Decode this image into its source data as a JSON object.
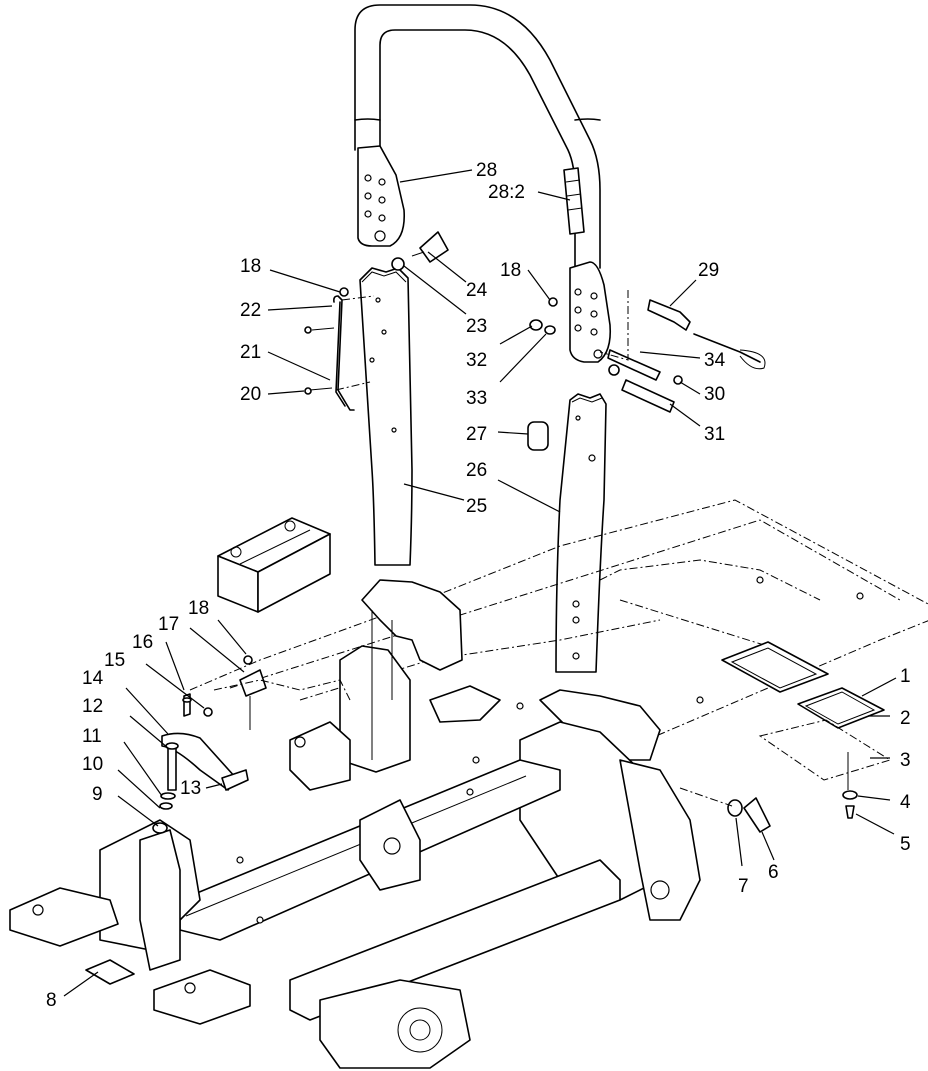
{
  "callouts": [
    {
      "id": "c1",
      "text": "1"
    },
    {
      "id": "c2",
      "text": "2"
    },
    {
      "id": "c3",
      "text": "3"
    },
    {
      "id": "c4",
      "text": "4"
    },
    {
      "id": "c5",
      "text": "5"
    },
    {
      "id": "c6",
      "text": "6"
    },
    {
      "id": "c7",
      "text": "7"
    },
    {
      "id": "c8",
      "text": "8"
    },
    {
      "id": "c9",
      "text": "9"
    },
    {
      "id": "c10",
      "text": "10"
    },
    {
      "id": "c11",
      "text": "11"
    },
    {
      "id": "c12",
      "text": "12"
    },
    {
      "id": "c13",
      "text": "13"
    },
    {
      "id": "c14",
      "text": "14"
    },
    {
      "id": "c15",
      "text": "15"
    },
    {
      "id": "c16",
      "text": "16"
    },
    {
      "id": "c17",
      "text": "17"
    },
    {
      "id": "c18a",
      "text": "18"
    },
    {
      "id": "c18b",
      "text": "18"
    },
    {
      "id": "c18c",
      "text": "18"
    },
    {
      "id": "c20",
      "text": "20"
    },
    {
      "id": "c21",
      "text": "21"
    },
    {
      "id": "c22",
      "text": "22"
    },
    {
      "id": "c23",
      "text": "23"
    },
    {
      "id": "c24",
      "text": "24"
    },
    {
      "id": "c25",
      "text": "25"
    },
    {
      "id": "c26",
      "text": "26"
    },
    {
      "id": "c27",
      "text": "27"
    },
    {
      "id": "c28",
      "text": "28"
    },
    {
      "id": "c28-2",
      "text": "28:2"
    },
    {
      "id": "c29",
      "text": "29"
    },
    {
      "id": "c30",
      "text": "30"
    },
    {
      "id": "c31",
      "text": "31"
    },
    {
      "id": "c32",
      "text": "32"
    },
    {
      "id": "c33",
      "text": "33"
    },
    {
      "id": "c34",
      "text": "34"
    }
  ]
}
